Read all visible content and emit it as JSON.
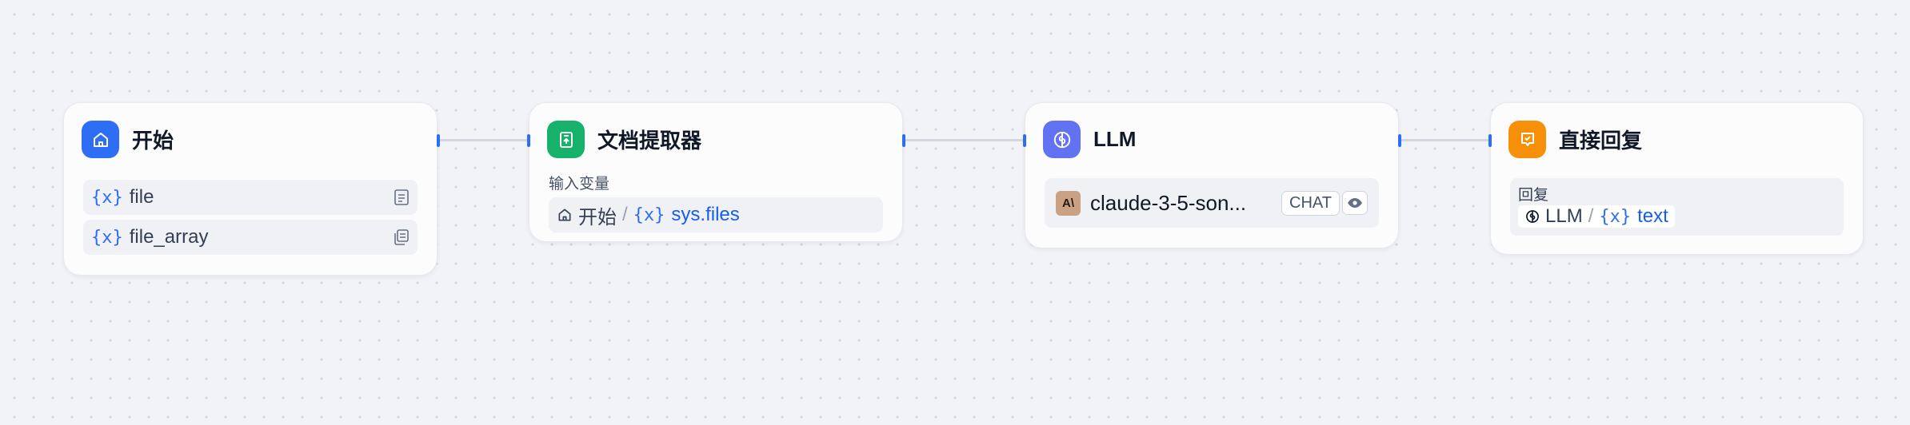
{
  "nodes": {
    "start": {
      "title": "开始",
      "vars": [
        {
          "name": "file",
          "type_icon": "document-icon"
        },
        {
          "name": "file_array",
          "type_icon": "documents-icon"
        }
      ]
    },
    "doc_extractor": {
      "title": "文档提取器",
      "input_label": "输入变量",
      "input_source": "开始",
      "input_var": "sys.files"
    },
    "llm": {
      "title": "LLM",
      "model_name": "claude-3-5-son...",
      "mode_badge": "CHAT"
    },
    "answer": {
      "title": "直接回复",
      "reply_label": "回复",
      "reply_source": "LLM",
      "reply_var": "text"
    }
  },
  "var_prefix": "{x}",
  "separator": "/",
  "colors": {
    "start": "#2e6ef5",
    "doc_extractor": "#17b26a",
    "llm": "#6172f3",
    "answer": "#f79009",
    "anthropic": "#caa182",
    "handle": "#2e6ef5",
    "canvas": "#f1f3f7"
  },
  "icons": {
    "start": "home-icon",
    "doc_extractor": "document-extract-icon",
    "llm": "brain-icon",
    "answer": "reply-icon",
    "model": "anthropic-logo-icon",
    "vision": "eye-icon"
  }
}
